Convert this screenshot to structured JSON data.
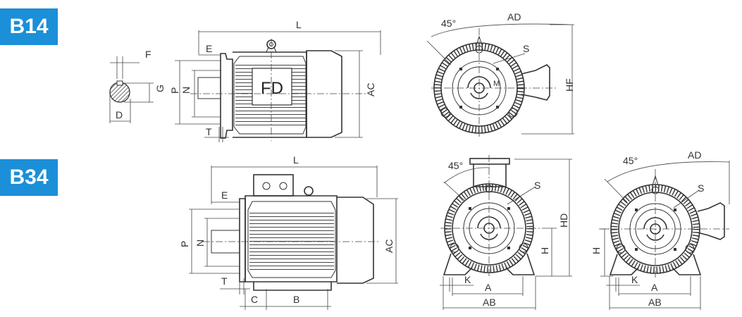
{
  "sections": [
    {
      "badge": "B14"
    },
    {
      "badge": "B34"
    }
  ],
  "b14": {
    "shaft": {
      "f": "F",
      "g": "G",
      "d": "D"
    },
    "side": {
      "l": "L",
      "e": "E",
      "p": "P",
      "n": "N",
      "t": "T",
      "ac": "AC",
      "nameplate": "FD"
    },
    "end": {
      "angle": "45°",
      "ad": "AD",
      "s": "S",
      "m": "M",
      "hf": "HF"
    }
  },
  "b34": {
    "side": {
      "l": "L",
      "e": "E",
      "p": "P",
      "n": "N",
      "t": "T",
      "c": "C",
      "b": "B",
      "ac": "AC"
    },
    "end_top_box": {
      "angle": "45°",
      "s": "S",
      "hd": "HD",
      "h": "H",
      "k": "K",
      "a": "A",
      "ab": "AB"
    },
    "end_side_box": {
      "angle": "45°",
      "ad": "AD",
      "s": "S",
      "h": "H",
      "k": "K",
      "a": "A",
      "ab": "AB"
    }
  },
  "colors": {
    "badge": "#1b8fd8",
    "line": "#333333"
  }
}
